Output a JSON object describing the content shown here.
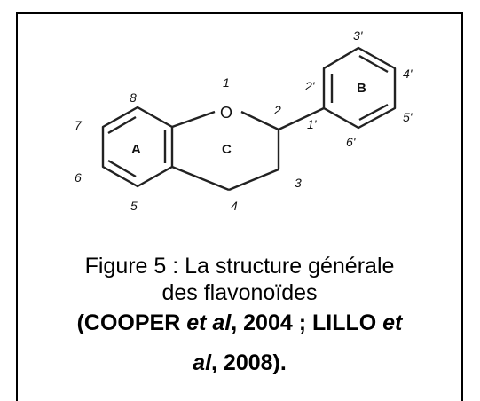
{
  "diagram": {
    "atoms": {
      "oxygen": "O",
      "o_pos": "1",
      "c2": "2",
      "c3": "3",
      "c4": "4",
      "c5": "5",
      "c6": "6",
      "c7": "7",
      "c8": "8",
      "c1p": "1'",
      "c2p": "2'",
      "c3p": "3'",
      "c4p": "4'",
      "c5p": "5'",
      "c6p": "6'"
    },
    "rings": {
      "a": "A",
      "b": "B",
      "c": "C"
    }
  },
  "caption": {
    "line1": "Figure 5 : La structure générale",
    "line2": "des flavonoïdes"
  },
  "citation": {
    "open": "(COOPER ",
    "etal1": "et al",
    "mid": ", 2004 ; LILLO ",
    "etal2a": "et",
    "etal2b": "al",
    "close": ", 2008)."
  }
}
